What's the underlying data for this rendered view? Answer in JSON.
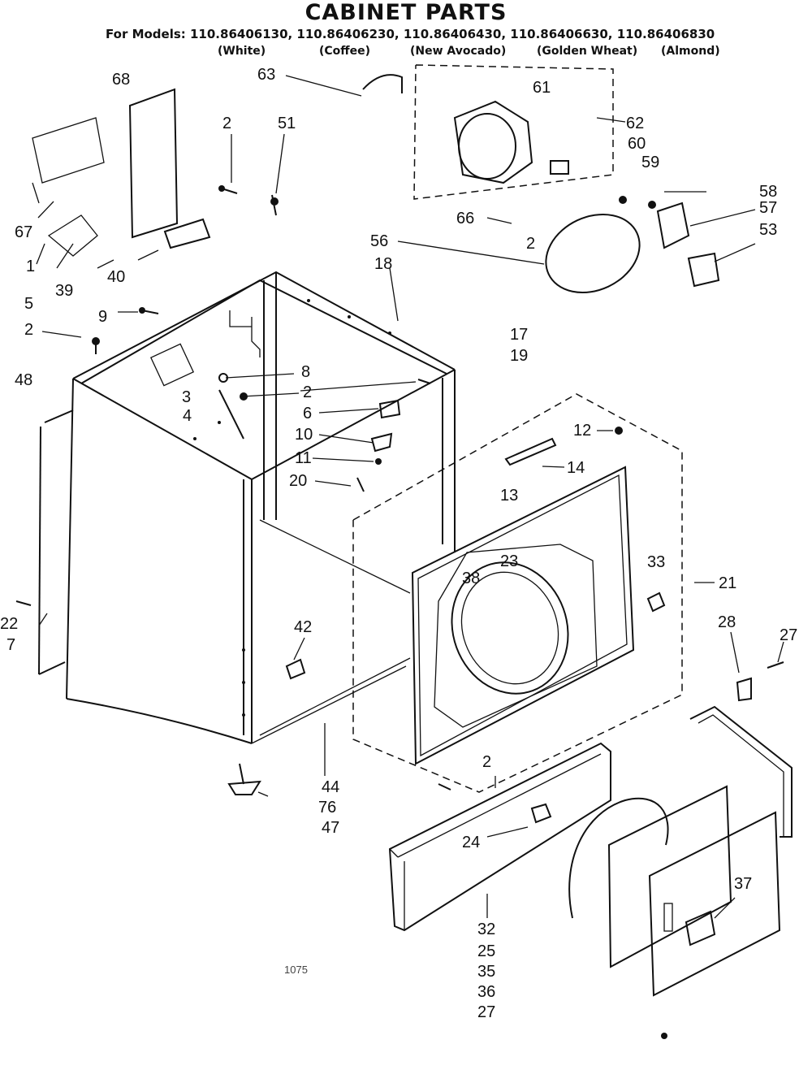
{
  "title": "CABINET PARTS",
  "models_line": "For Models: 110.86406130, 110.86406230, 110.86406430, 110.86406630, 110.86406830",
  "variants": [
    "(White)",
    "(Coffee)",
    "(New Avocado)",
    "(Golden Wheat)",
    "(Almond)"
  ],
  "part_labels": {
    "p68": "68",
    "p63": "63",
    "p61": "61",
    "p62": "62",
    "p60": "60",
    "p59": "59",
    "p2a": "2",
    "p51": "51",
    "p67": "67",
    "p1a": "1",
    "p5": "5",
    "p39": "39",
    "p40": "40",
    "p58": "58",
    "p57": "57",
    "p53": "53",
    "p66": "66",
    "p2b": "2",
    "p56": "56",
    "p18": "18",
    "p9": "9",
    "p2c": "2",
    "p48": "48",
    "p17": "17",
    "p19": "19",
    "p8": "8",
    "p3": "3",
    "p2d": "2",
    "p4": "4",
    "p6": "6",
    "p10": "10",
    "p11": "11",
    "p20": "20",
    "p12": "12",
    "p14": "14",
    "p13": "13",
    "p33": "33",
    "p23": "23",
    "p38": "38",
    "p21": "21",
    "p28": "28",
    "p27a": "27",
    "p42": "42",
    "p22": "22",
    "p7": "7",
    "p44": "44",
    "p76": "76",
    "p47": "47",
    "p2e": "2",
    "p24": "24",
    "p37": "37",
    "p32": "32",
    "p25": "25",
    "p35": "35",
    "p36": "36",
    "p27b": "27"
  },
  "footer_code": "1075"
}
